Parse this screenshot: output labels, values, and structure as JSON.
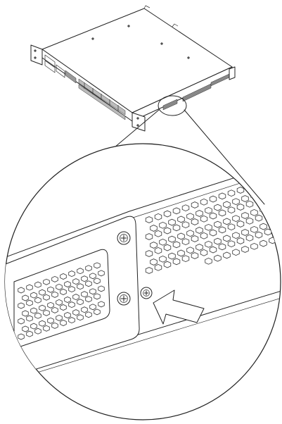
{
  "figure": {
    "kind": "installation-diagram",
    "device": "rack-mount-switch",
    "callout": "magnified-rack-ear-screw",
    "arrow_target": "lower-right-screw",
    "colors": {
      "line": "#222222",
      "background": "#ffffff"
    }
  }
}
